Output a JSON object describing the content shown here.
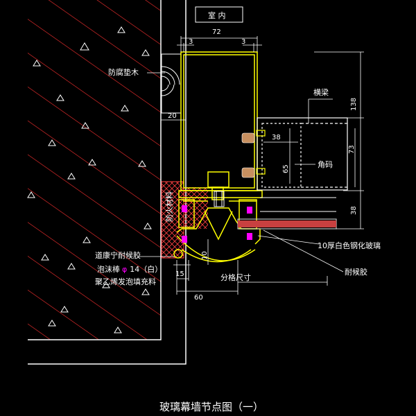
{
  "title": "玻璃幕墙节点图（一）",
  "labels": {
    "indoor": "室 内",
    "anticorrosion_wood": "防腐垫木",
    "transom": "横梁",
    "corner_code": "角码",
    "fire_insulation": "防火材料",
    "glass": "10厚白色钢化玻璃",
    "weather_sealant": "耐候胶",
    "pu_sealant": "道康宁耐候胶",
    "foam_rod_prefix": "泡沫棒",
    "foam_rod_symbol": "φ",
    "foam_rod_suffix": "14（白）",
    "pe_foam": "聚乙烯发泡填充料",
    "module_size": "分格尺寸"
  },
  "dimensions": {
    "d72": "72",
    "d3_left": "3",
    "d3_right": "3",
    "d20": "20",
    "d38_top": "38",
    "d65": "65",
    "d73": "73",
    "d138": "138",
    "d38_bottom": "38",
    "d10": "10",
    "d15": "15",
    "d60": "60"
  },
  "colors": {
    "background": "#000000",
    "concrete_hatch": "#ff3030",
    "profile": "#ffff00",
    "wood": "#ffffff",
    "dims": "#ffffff",
    "steel": "#c0c0c0",
    "glass": "#ff6060",
    "gasket": "#ff00ff"
  }
}
